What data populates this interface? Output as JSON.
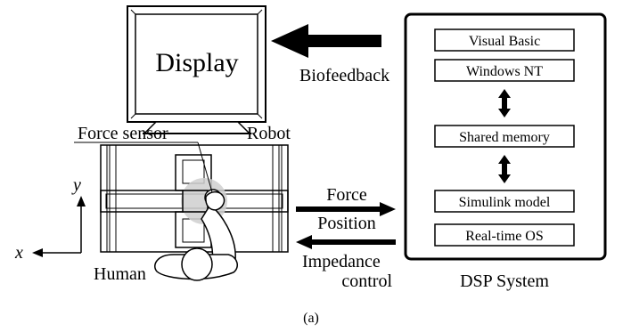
{
  "display": {
    "label": "Display"
  },
  "arrows": {
    "biofeedback": "Biofeedback",
    "force": "Force",
    "position": "Position",
    "impedance_line1": "Impedance",
    "impedance_line2": "control"
  },
  "robot": {
    "label": "Robot",
    "force_sensor": "Force sensor",
    "human": "Human"
  },
  "axes": {
    "x": "x",
    "y": "y"
  },
  "dsp": {
    "caption": "DSP System",
    "modules": [
      "Visual Basic",
      "Windows NT",
      "Shared memory",
      "Simulink model",
      "Real-time OS"
    ]
  },
  "figure_label": "(a)"
}
